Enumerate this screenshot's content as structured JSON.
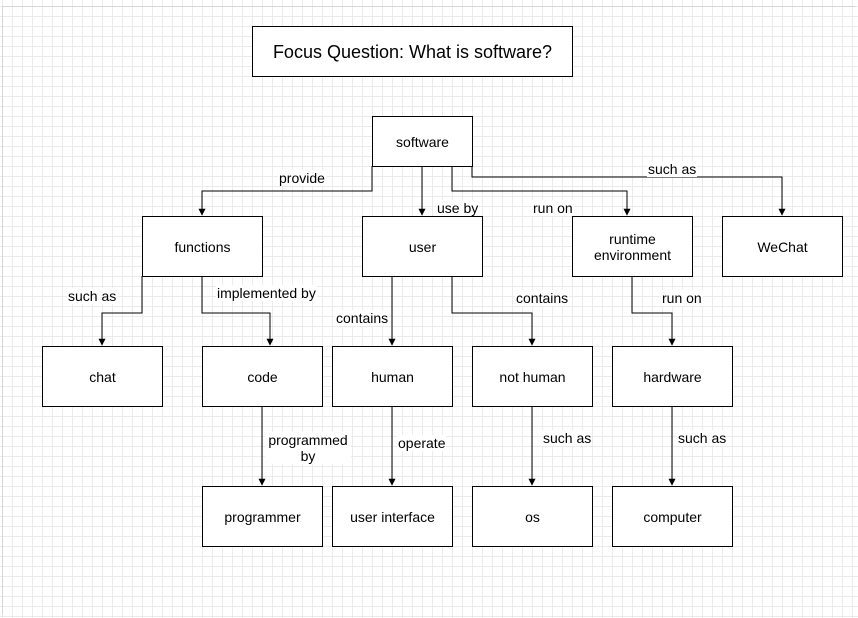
{
  "title": "Focus Question: What is software?",
  "nodes": {
    "software": "software",
    "functions": "functions",
    "user": "user",
    "runtime": "runtime environment",
    "wechat": "WeChat",
    "chat": "chat",
    "code": "code",
    "human": "human",
    "not_human": "not human",
    "hardware": "hardware",
    "programmer": "programmer",
    "user_interface": "user interface",
    "os": "os",
    "computer": "computer"
  },
  "edges": {
    "software_functions": "provide",
    "software_user": "use by",
    "software_runtime": "run on",
    "software_wechat": "such as",
    "functions_chat": "such as",
    "functions_code": "implemented by",
    "user_human": "contains",
    "user_not_human": "contains",
    "runtime_hardware": "run on",
    "code_programmer": "programmed by",
    "human_user_interface": "operate",
    "not_human_os": "such as",
    "hardware_computer": "such as"
  }
}
